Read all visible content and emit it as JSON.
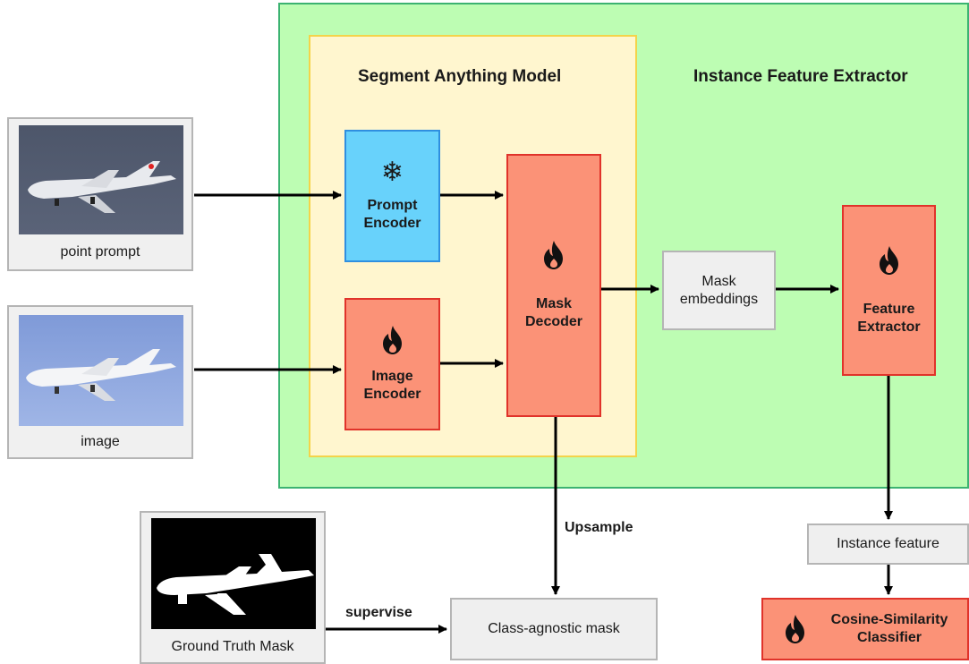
{
  "regions": {
    "instance_feature_extractor": {
      "title": "Instance Feature Extractor",
      "color": "#bdfdb3"
    },
    "segment_anything_model": {
      "title": "Segment Anything Model",
      "color": "#fff6cf"
    }
  },
  "nodes": {
    "point_prompt": {
      "label": "point prompt"
    },
    "image": {
      "label": "image"
    },
    "prompt_encoder": {
      "line1": "Prompt",
      "line2": "Encoder",
      "icon": "snowflake-icon",
      "color": "#68d2fb"
    },
    "image_encoder": {
      "line1": "Image",
      "line2": "Encoder",
      "icon": "fire-icon",
      "color": "#fb9277"
    },
    "mask_decoder": {
      "line1": "Mask",
      "line2": "Decoder",
      "icon": "fire-icon",
      "color": "#fb9277"
    },
    "mask_embeddings": {
      "line1": "Mask",
      "line2": "embeddings"
    },
    "feature_extractor": {
      "line1": "Feature",
      "line2": "Extractor",
      "icon": "fire-icon",
      "color": "#fb9277"
    },
    "instance_feature": {
      "label": "Instance feature"
    },
    "cosine_classifier": {
      "line1": "Cosine-Similarity",
      "line2": "Classifier",
      "icon": "fire-icon",
      "color": "#fb9277"
    },
    "ground_truth_mask": {
      "label": "Ground Truth Mask"
    },
    "class_agnostic_mask": {
      "label": "Class-agnostic mask"
    }
  },
  "edges": {
    "upsample": "Upsample",
    "supervise": "supervise"
  },
  "icons": {
    "frozen": "snowflake-icon",
    "trainable": "fire-icon"
  }
}
